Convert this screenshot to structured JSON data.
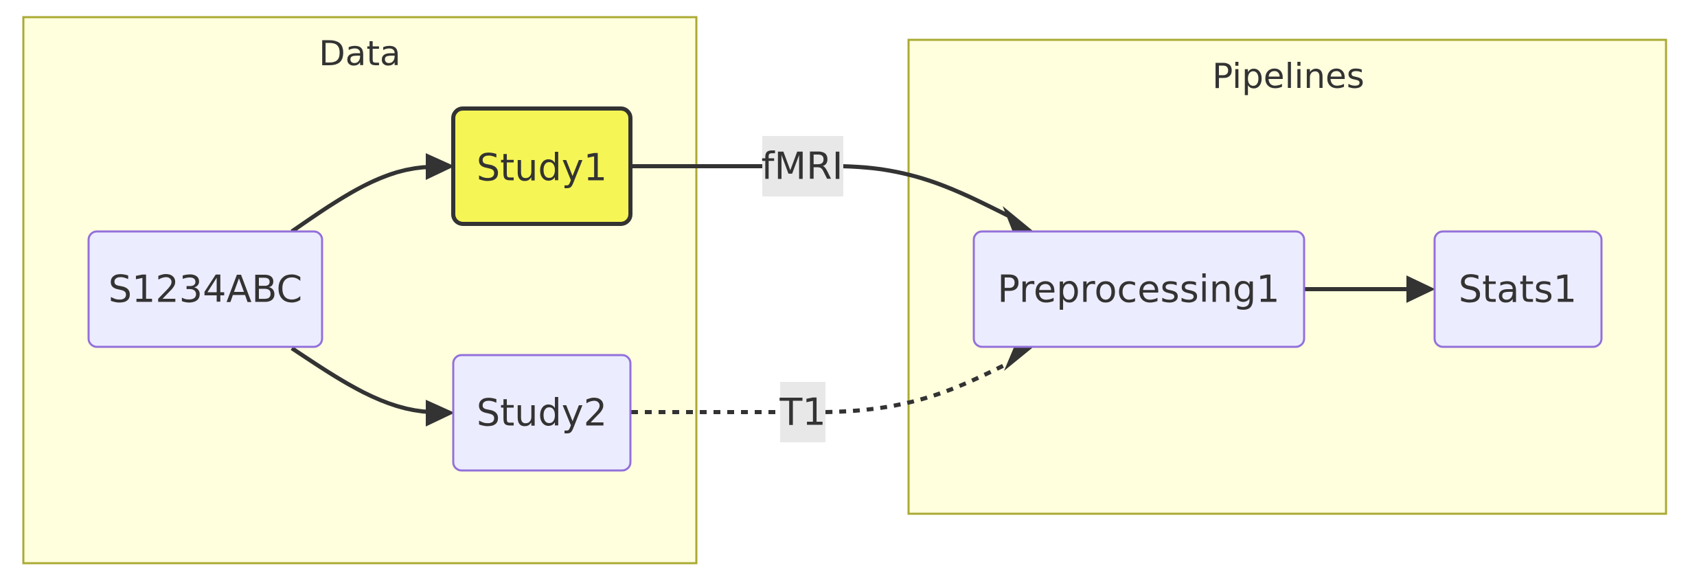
{
  "clusters": {
    "data": {
      "title": "Data"
    },
    "pipelines": {
      "title": "Pipelines"
    }
  },
  "nodes": {
    "s1234abc": {
      "label": "S1234ABC"
    },
    "study1": {
      "label": "Study1"
    },
    "study2": {
      "label": "Study2"
    },
    "preprocessing1": {
      "label": "Preprocessing1"
    },
    "stats1": {
      "label": "Stats1"
    }
  },
  "edges": {
    "study1_pre": {
      "label": "fMRI"
    },
    "study2_pre": {
      "label": "T1"
    }
  },
  "colors": {
    "cluster_fill": "#ffffde",
    "cluster_stroke": "#aaaa33",
    "node_fill": "#ececff",
    "node_stroke": "#9370db",
    "highlight_fill": "#f5f556",
    "edge": "#333333"
  }
}
